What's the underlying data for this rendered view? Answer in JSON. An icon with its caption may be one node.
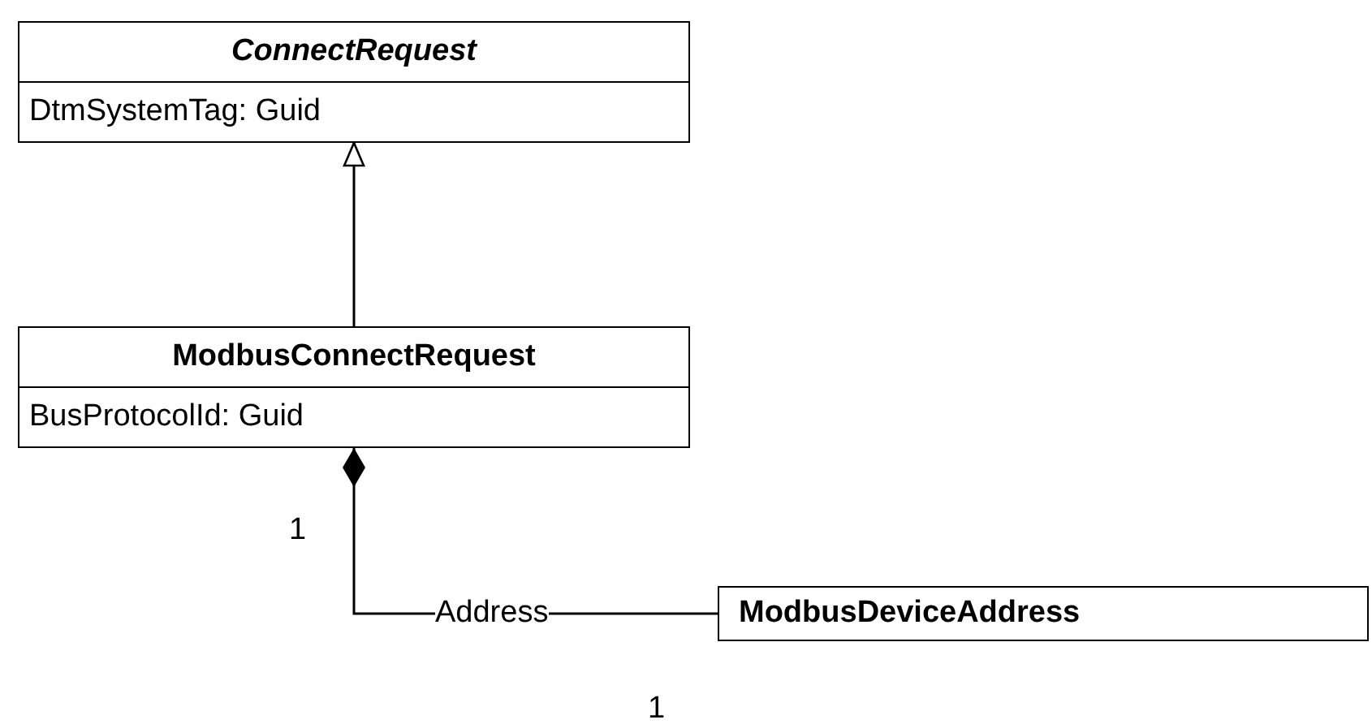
{
  "diagram": {
    "nodes": [
      {
        "text": [
          "ConnectRequest",
          "DtmSystemTag: Guid"
        ]
      },
      {
        "text": [
          "ModbusConnectRequest",
          "BusProtocolId: Guid"
        ]
      },
      {
        "text": [
          "ModbusDeviceAddress"
        ]
      }
    ],
    "edges": [
      {
        "from": 1,
        "to": 0,
        "arrow": "to"
      },
      {
        "from": 1,
        "to": 2,
        "arrow": "other",
        "label": "Address"
      }
    ],
    "labels": [
      "1",
      "1"
    ]
  }
}
